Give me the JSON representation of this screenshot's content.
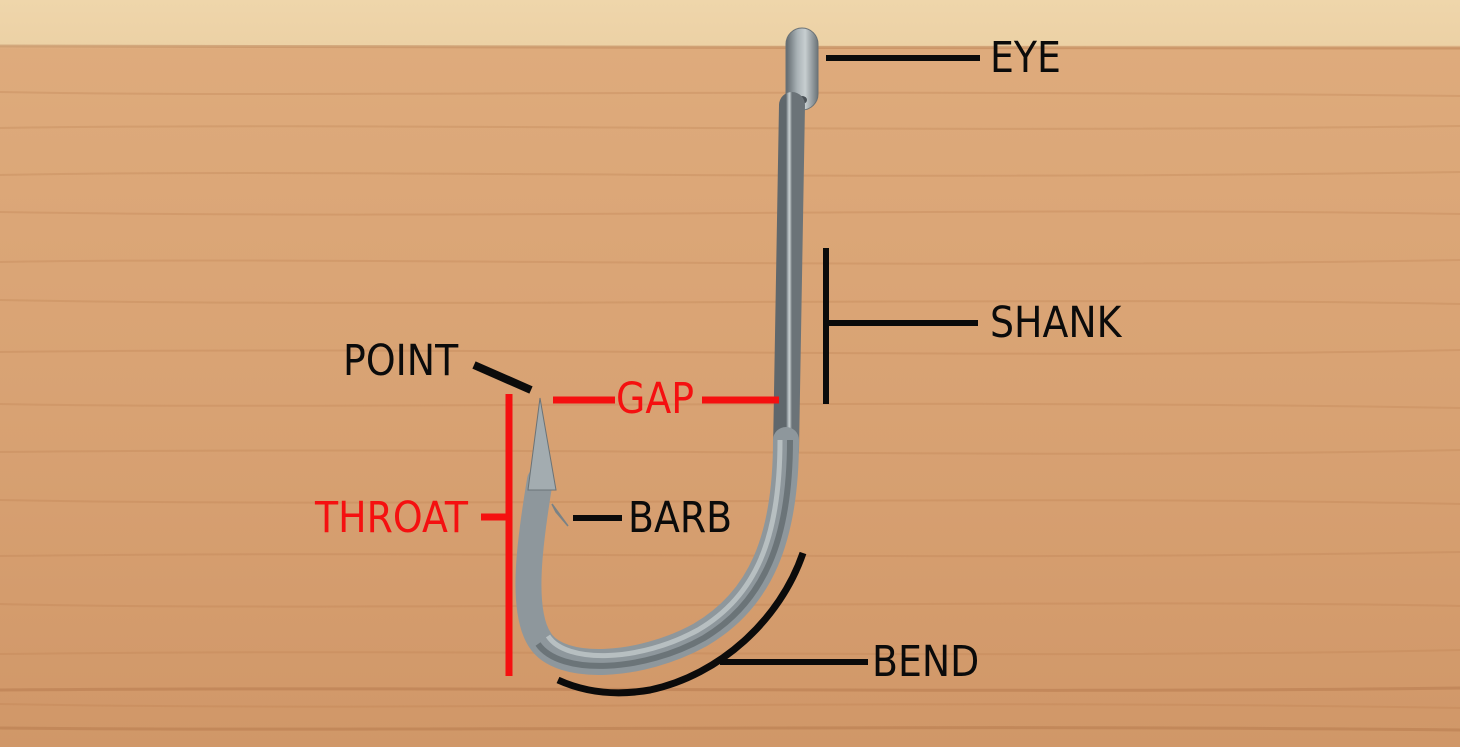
{
  "diagram": {
    "subject": "Fishing hook anatomy",
    "background": "wood-grain-board",
    "colors": {
      "standard_label": "#0b0b0b",
      "measurement_label": "#f51010",
      "wood_light": "#edd2a6",
      "wood_mid": "#d9a577",
      "wood_dark": "#c68a5c",
      "hook_metal": "#8e979c"
    },
    "labels": {
      "eye": "EYE",
      "shank": "SHANK",
      "point": "POINT",
      "gap": "GAP",
      "barb": "BARB",
      "throat": "THROAT",
      "bend": "BEND"
    }
  }
}
